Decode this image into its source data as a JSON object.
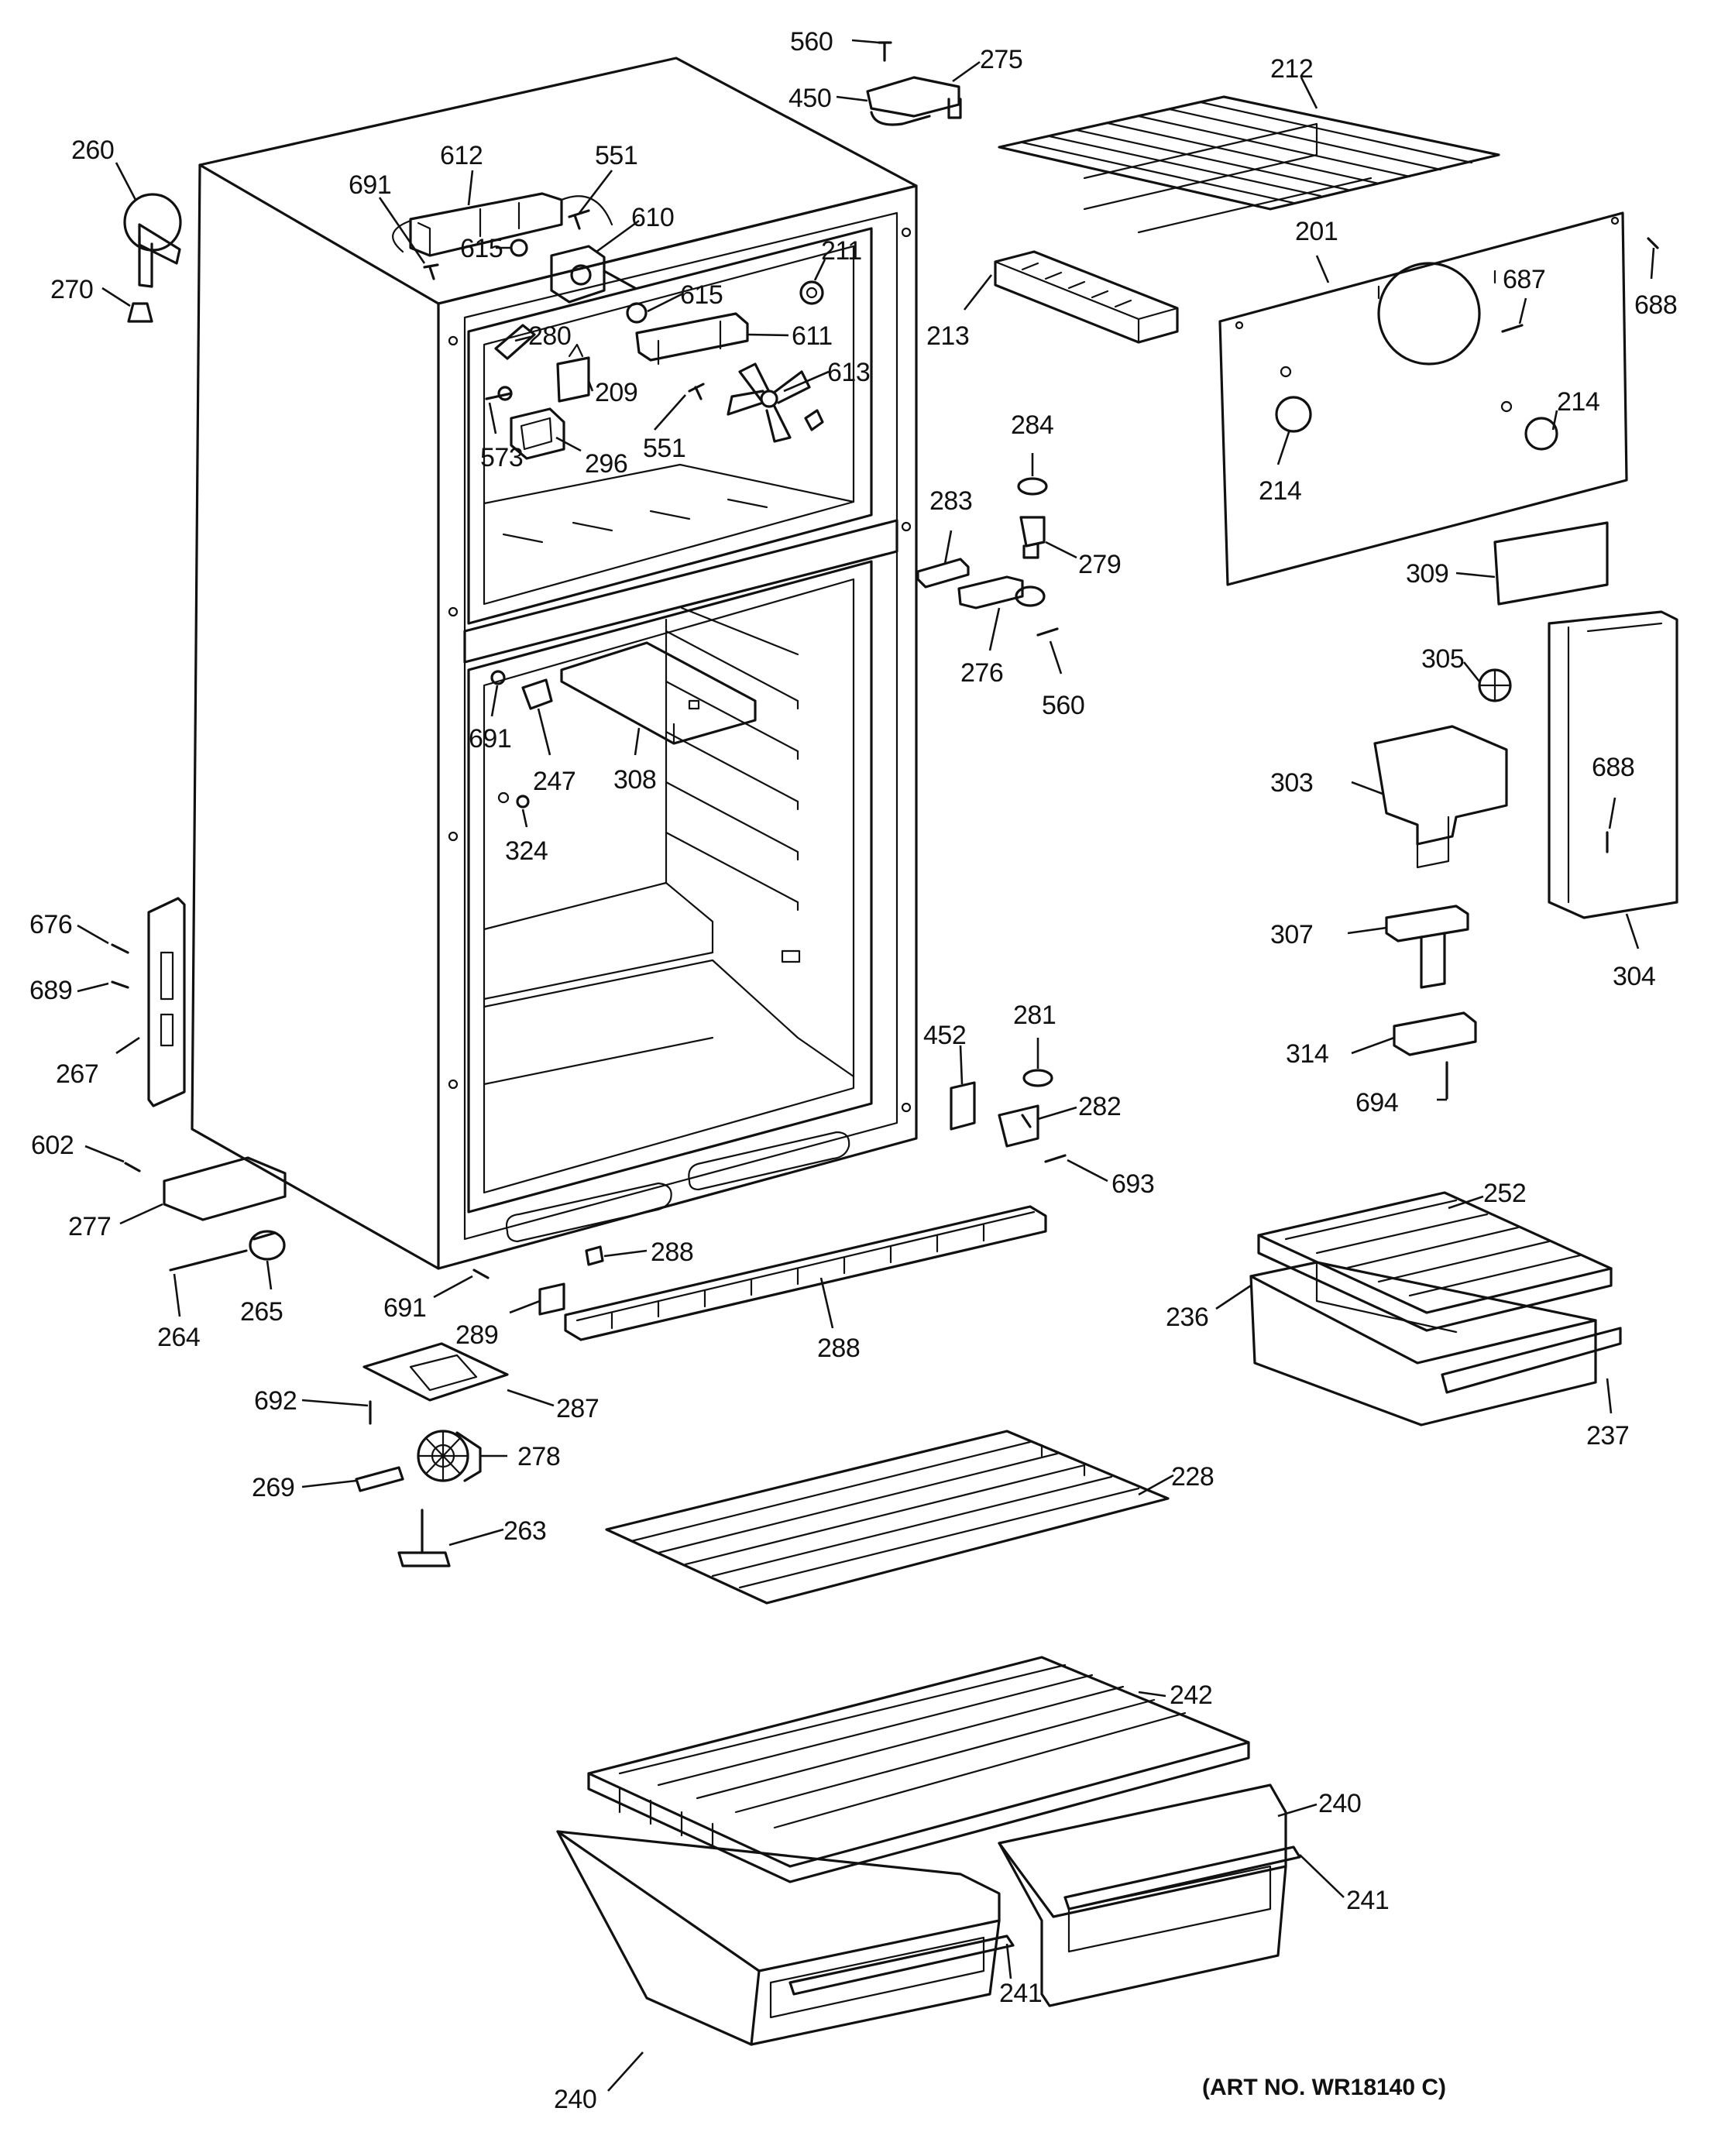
{
  "art_number": "(ART NO. WR18140 C)",
  "callouts": [
    {
      "id": "c-560-top",
      "text": "560"
    },
    {
      "id": "c-275",
      "text": "275"
    },
    {
      "id": "c-450",
      "text": "450"
    },
    {
      "id": "c-212",
      "text": "212"
    },
    {
      "id": "c-260",
      "text": "260"
    },
    {
      "id": "c-270",
      "text": "270"
    },
    {
      "id": "c-612",
      "text": "612"
    },
    {
      "id": "c-551-top",
      "text": "551"
    },
    {
      "id": "c-691-top",
      "text": "691"
    },
    {
      "id": "c-610",
      "text": "610"
    },
    {
      "id": "c-615-left",
      "text": "615"
    },
    {
      "id": "c-615-right",
      "text": "615"
    },
    {
      "id": "c-211",
      "text": "211"
    },
    {
      "id": "c-280",
      "text": "280"
    },
    {
      "id": "c-611",
      "text": "611"
    },
    {
      "id": "c-209",
      "text": "209"
    },
    {
      "id": "c-613",
      "text": "613"
    },
    {
      "id": "c-551-mid",
      "text": "551"
    },
    {
      "id": "c-573",
      "text": "573"
    },
    {
      "id": "c-296",
      "text": "296"
    },
    {
      "id": "c-213",
      "text": "213"
    },
    {
      "id": "c-201",
      "text": "201"
    },
    {
      "id": "c-687",
      "text": "687"
    },
    {
      "id": "c-688-top",
      "text": "688"
    },
    {
      "id": "c-214-left",
      "text": "214"
    },
    {
      "id": "c-214-right",
      "text": "214"
    },
    {
      "id": "c-284",
      "text": "284"
    },
    {
      "id": "c-283",
      "text": "283"
    },
    {
      "id": "c-279",
      "text": "279"
    },
    {
      "id": "c-309",
      "text": "309"
    },
    {
      "id": "c-276",
      "text": "276"
    },
    {
      "id": "c-560-mid",
      "text": "560"
    },
    {
      "id": "c-305",
      "text": "305"
    },
    {
      "id": "c-691-mid",
      "text": "691"
    },
    {
      "id": "c-247",
      "text": "247"
    },
    {
      "id": "c-308",
      "text": "308"
    },
    {
      "id": "c-303",
      "text": "303"
    },
    {
      "id": "c-688-mid",
      "text": "688"
    },
    {
      "id": "c-324",
      "text": "324"
    },
    {
      "id": "c-676",
      "text": "676"
    },
    {
      "id": "c-689",
      "text": "689"
    },
    {
      "id": "c-307",
      "text": "307"
    },
    {
      "id": "c-304",
      "text": "304"
    },
    {
      "id": "c-267",
      "text": "267"
    },
    {
      "id": "c-452",
      "text": "452"
    },
    {
      "id": "c-281",
      "text": "281"
    },
    {
      "id": "c-314",
      "text": "314"
    },
    {
      "id": "c-694",
      "text": "694"
    },
    {
      "id": "c-282",
      "text": "282"
    },
    {
      "id": "c-602",
      "text": "602"
    },
    {
      "id": "c-693",
      "text": "693"
    },
    {
      "id": "c-252",
      "text": "252"
    },
    {
      "id": "c-277",
      "text": "277"
    },
    {
      "id": "c-288-top",
      "text": "288"
    },
    {
      "id": "c-236",
      "text": "236"
    },
    {
      "id": "c-691-bot",
      "text": "691"
    },
    {
      "id": "c-264",
      "text": "264"
    },
    {
      "id": "c-265",
      "text": "265"
    },
    {
      "id": "c-289",
      "text": "289"
    },
    {
      "id": "c-288-bot",
      "text": "288"
    },
    {
      "id": "c-237",
      "text": "237"
    },
    {
      "id": "c-692",
      "text": "692"
    },
    {
      "id": "c-287",
      "text": "287"
    },
    {
      "id": "c-278",
      "text": "278"
    },
    {
      "id": "c-269",
      "text": "269"
    },
    {
      "id": "c-228",
      "text": "228"
    },
    {
      "id": "c-263",
      "text": "263"
    },
    {
      "id": "c-242",
      "text": "242"
    },
    {
      "id": "c-240-right",
      "text": "240"
    },
    {
      "id": "c-241-right",
      "text": "241"
    },
    {
      "id": "c-241-mid",
      "text": "241"
    },
    {
      "id": "c-240-left",
      "text": "240"
    }
  ]
}
